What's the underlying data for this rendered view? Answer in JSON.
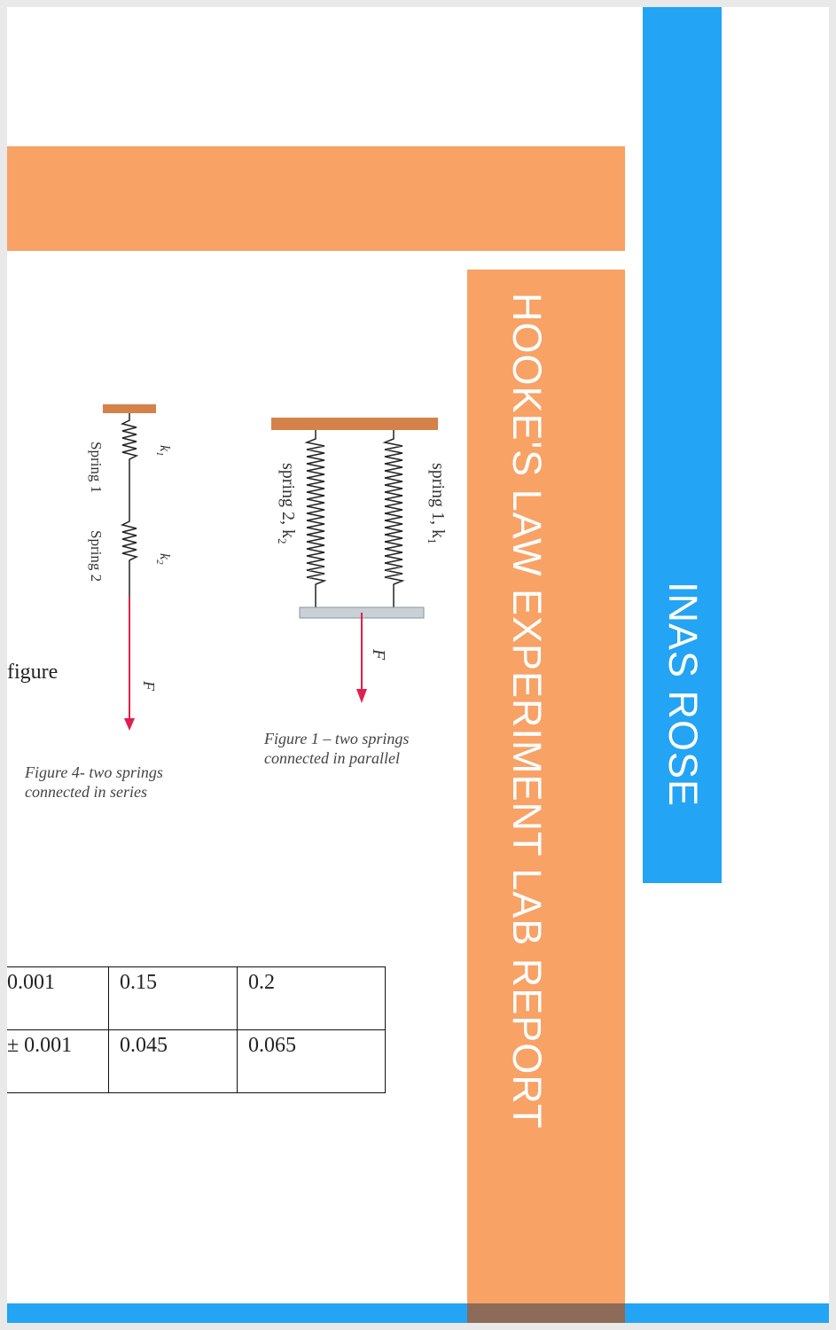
{
  "cover": {
    "title": "HOOKE'S LAW EXPERIMENT LAB REPORT",
    "author": "INAS ROSE"
  },
  "colors": {
    "orange": "#f8a266",
    "blue": "#23a4f5",
    "spring_bar": "#d4824a",
    "arrow": "#e0204a"
  },
  "background_page": {
    "partial_words": [
      "figure"
    ],
    "figure_parallel": {
      "spring1_label": "spring 1, k",
      "spring1_sub": "1",
      "spring2_label": "spring 2, k",
      "spring2_sub": "2",
      "force_label": "F",
      "caption_line1": "Figure 1 – two springs",
      "caption_line2": "connected in parallel"
    },
    "figure_series": {
      "k1_label": "k",
      "k1_sub": "1",
      "k2_label": "k",
      "k2_sub": "2",
      "spring1_label": "Spring 1",
      "spring2_label": "Spring 2",
      "force_label": "F",
      "caption_line1": "Figure 4- two springs",
      "caption_line2": "connected in series"
    },
    "table": {
      "rows": [
        [
          "0.001",
          "0.15",
          "0.2"
        ],
        [
          "± 0.001",
          "0.045",
          "0.065"
        ]
      ]
    }
  }
}
